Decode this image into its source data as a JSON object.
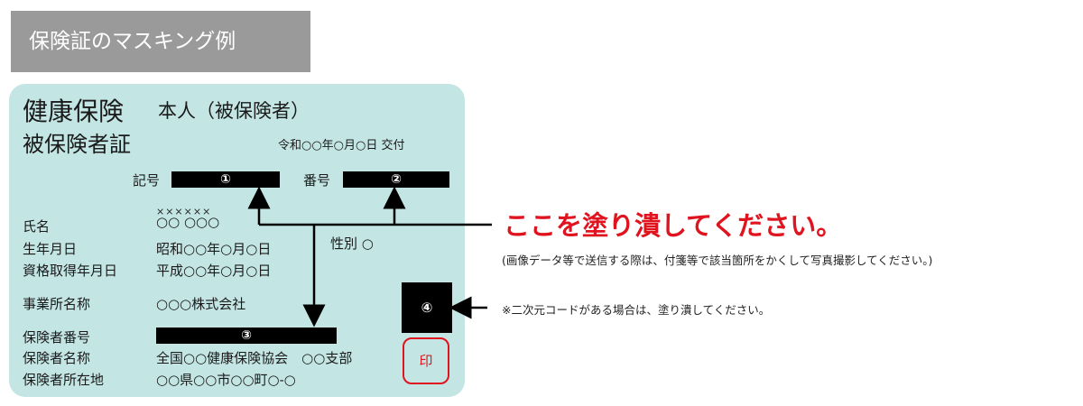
{
  "heading": "保険証のマスキング例",
  "card": {
    "title_main": "健康保険",
    "title_sub": "本人（被保険者）",
    "title_line2": "被保険者証",
    "issue_date": "令和○○年○月○日 交付",
    "kigo_label": "記号",
    "kigo_masked": "①",
    "bango_label": "番号",
    "bango_masked": "②",
    "ruby_x": "××××××",
    "name_label": "氏名",
    "name_value": "○○ ○○○",
    "birth_label": "生年月日",
    "birth_value": "昭和○○年○月○日",
    "gender": "性別 ○",
    "acquire_label": "資格取得年月日",
    "acquire_value": "平成○○年○月○日",
    "office_label": "事業所名称",
    "office_value": "○○○株式会社",
    "insurer_no_label": "保険者番号",
    "insurer_no_masked": "③",
    "insurer_name_label": "保険者名称",
    "insurer_name_value": "全国○○健康保険協会　○○支部",
    "insurer_addr_label": "保険者所在地",
    "insurer_addr_value": "○○県○○市○○町○-○",
    "qr_masked": "④",
    "seal": "印"
  },
  "callout": {
    "main": "ここを塗り潰してください。",
    "sub": "(画像データ等で送信する際は、付箋等で該当箇所をかくして写真撮影してください。)",
    "qr_note": "※二次元コードがある場合は、塗り潰してください。"
  },
  "colors": {
    "card_bg": "#c3e6e4",
    "heading_bg": "#9a9a9a",
    "accent_red": "#e0141e",
    "mask": "#000000"
  }
}
